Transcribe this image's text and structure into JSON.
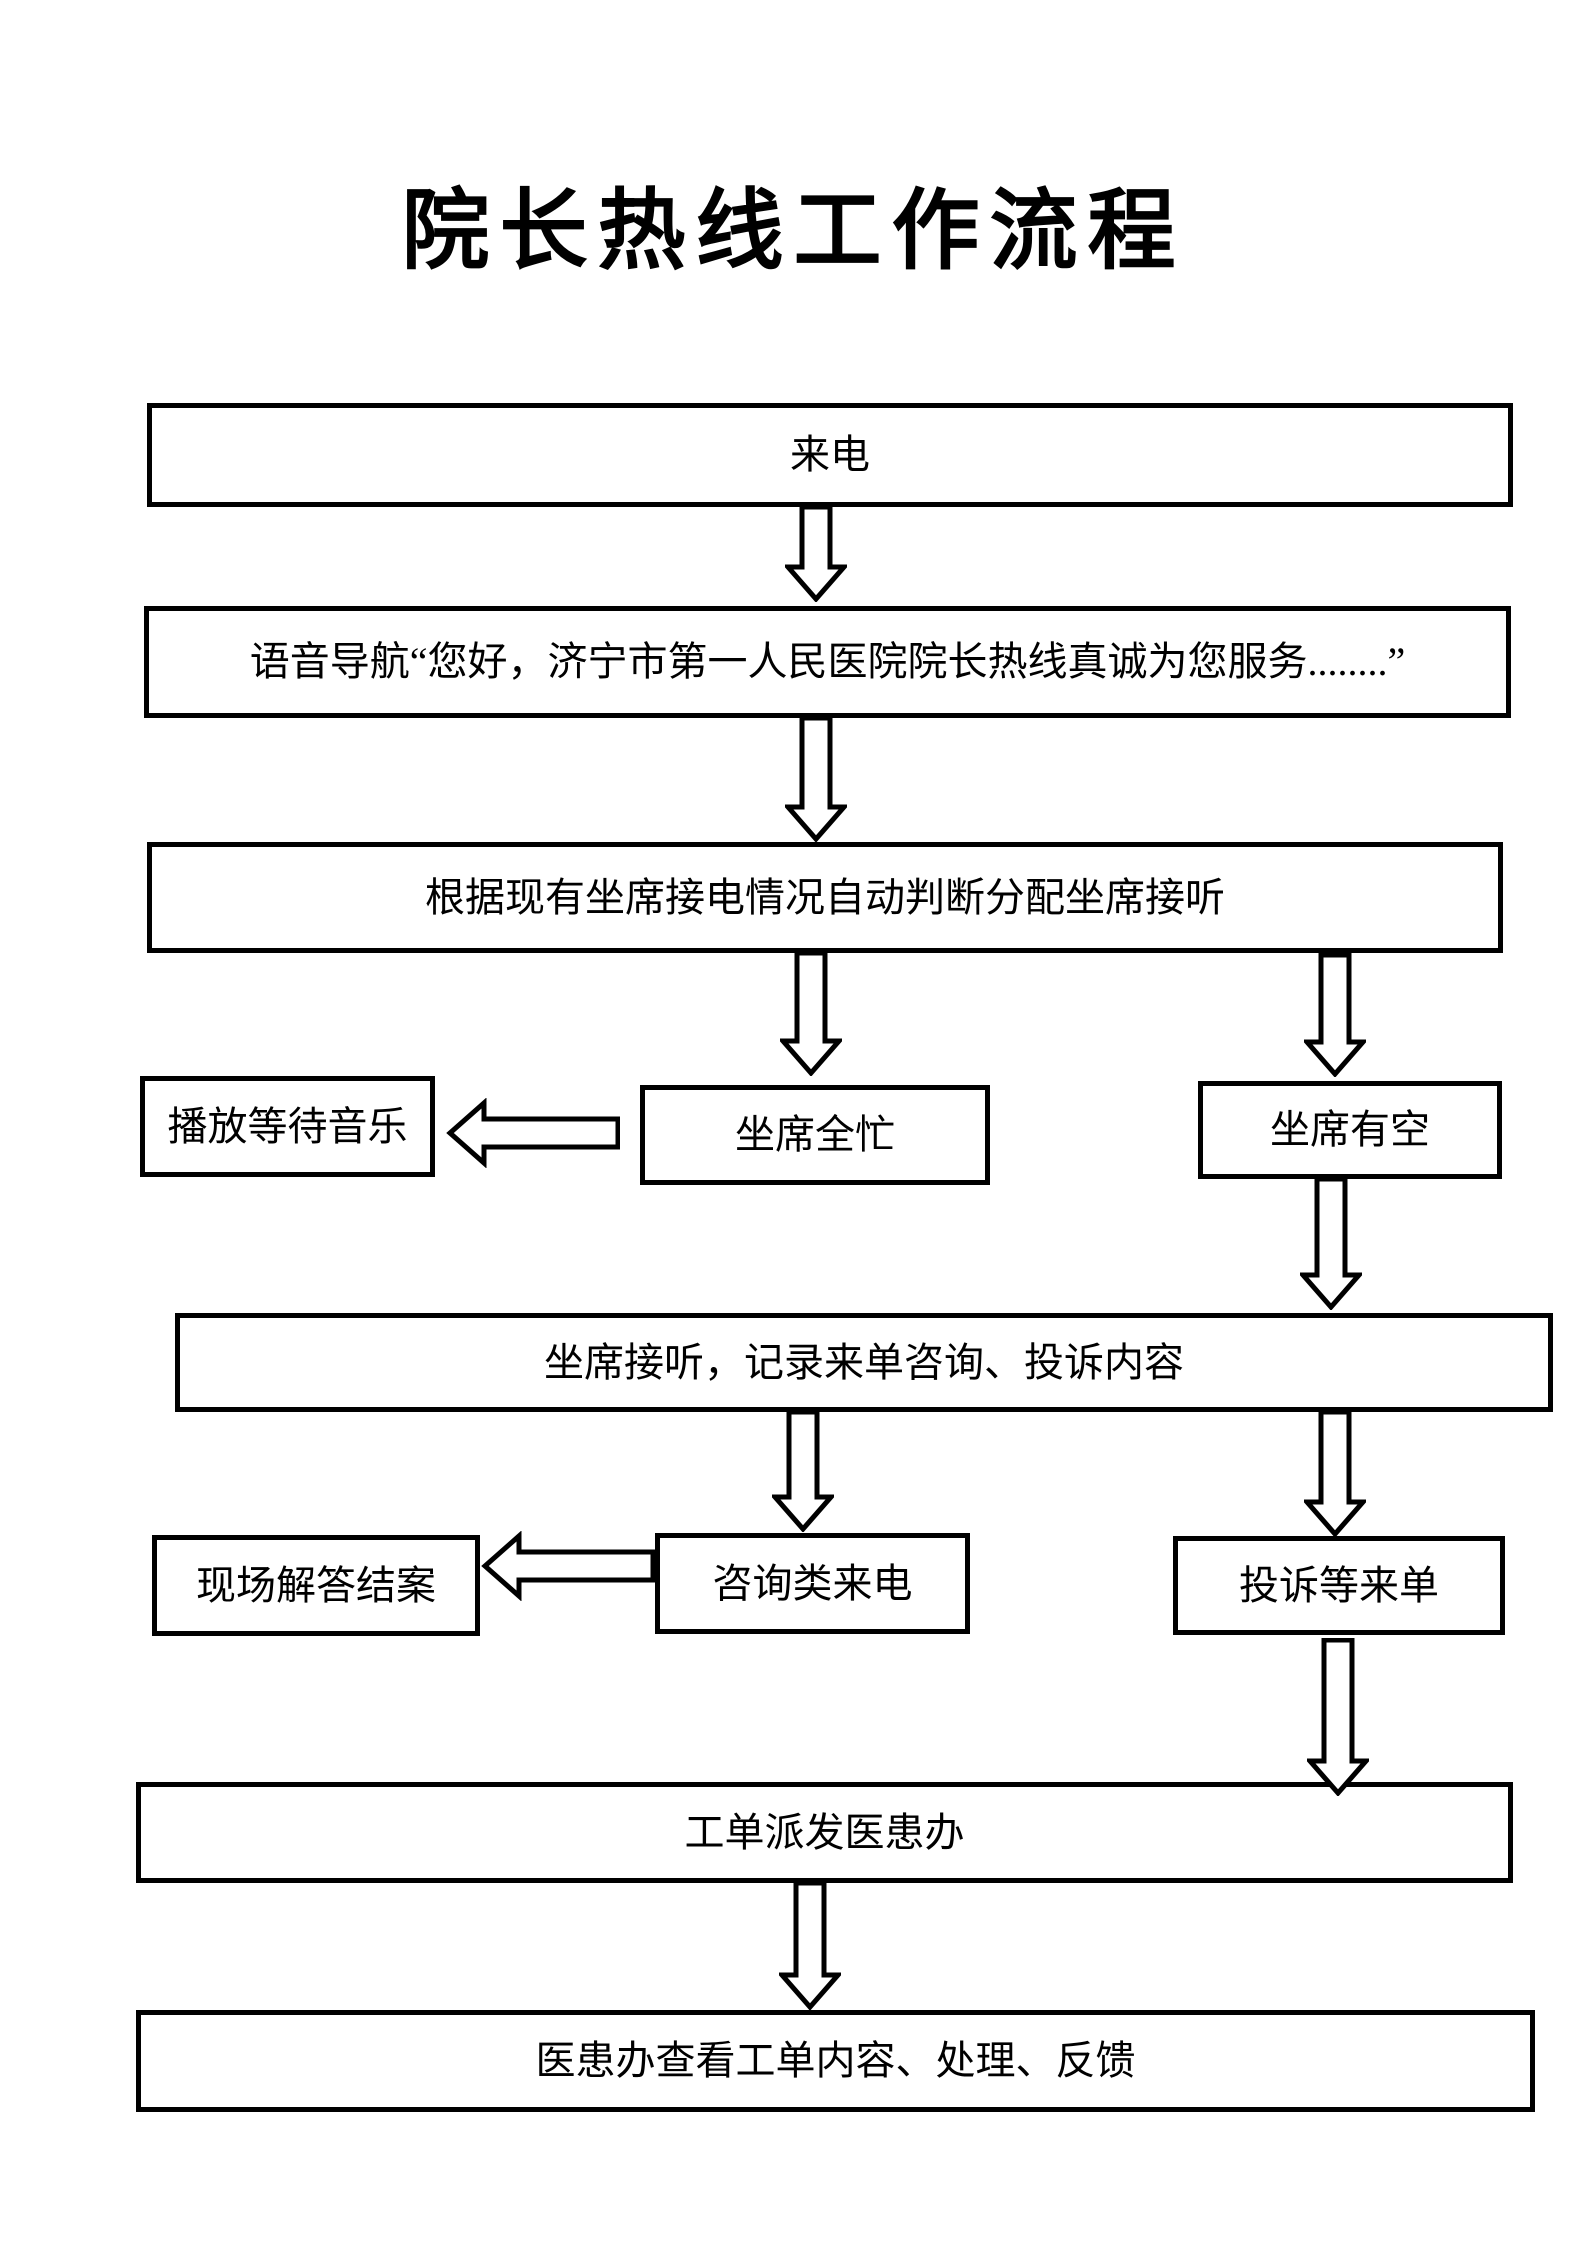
{
  "page": {
    "title": "院长热线工作流程"
  },
  "flow": {
    "incoming_call": "来电",
    "voice_nav": "语音导航“您好，济宁市第一人民医院院长热线真诚为您服务........”",
    "auto_assign": "根据现有坐席接电情况自动判断分配坐席接听",
    "play_music": "播放等待音乐",
    "agents_busy": "坐席全忙",
    "agents_free": "坐席有空",
    "agent_answer": "坐席接听，记录来单咨询、投诉内容",
    "onsite_resolve": "现场解答结案",
    "inquiry_call": "咨询类来电",
    "complaint_order": "投诉等来单",
    "dispatch_order": "工单派发医患办",
    "office_review": "医患办查看工单内容、处理、反馈"
  },
  "colors": {
    "line": "#000000",
    "background": "#ffffff"
  }
}
